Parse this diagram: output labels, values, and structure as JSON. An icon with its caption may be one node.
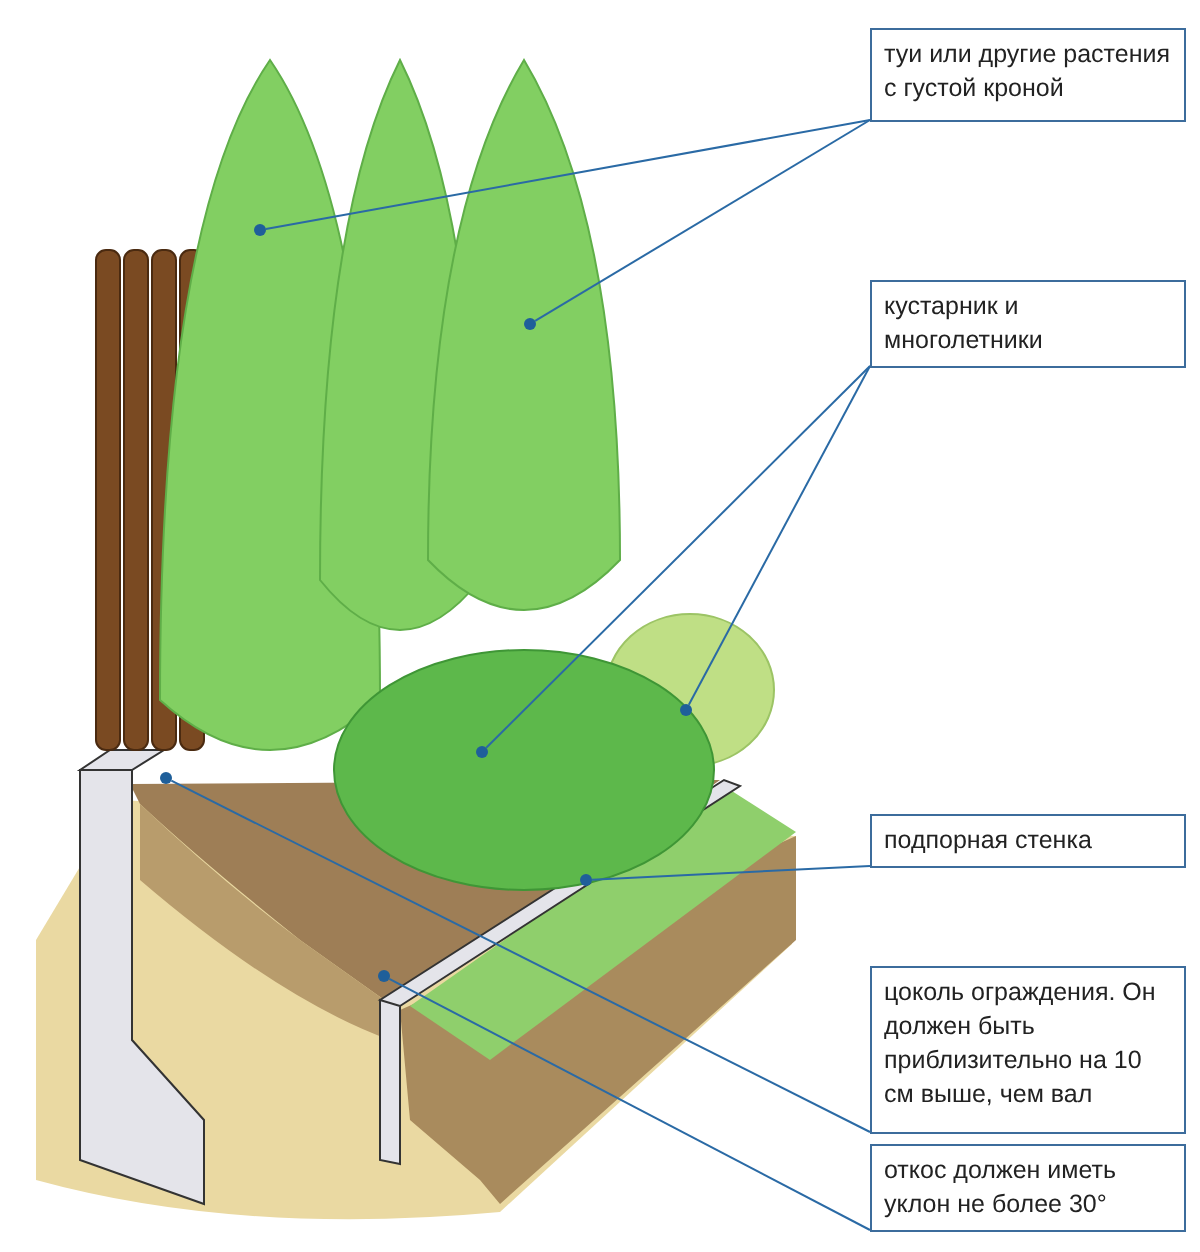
{
  "diagram": {
    "nodes": [
      {
        "text": [
          "туи или другие растения с густой кроной"
        ]
      },
      {
        "text": [],
        "shape": "circle"
      },
      {
        "text": [],
        "shape": "circle"
      },
      {
        "text": [
          "кустарник и многолетники"
        ]
      },
      {
        "text": [],
        "shape": "circle"
      },
      {
        "text": [],
        "shape": "circle"
      },
      {
        "text": [
          "подпорная стенка"
        ]
      },
      {
        "text": [],
        "shape": "circle"
      },
      {
        "text": [
          "цоколь ограждения. Он должен быть приблизительно на 10 см выше, чем вал"
        ]
      },
      {
        "text": [],
        "shape": "circle"
      },
      {
        "text": [
          "откос должен иметь уклон не более 30°"
        ]
      },
      {
        "text": [],
        "shape": "circle"
      }
    ],
    "edges": [
      {
        "from": 0,
        "to": 1,
        "arrow": "none"
      },
      {
        "from": 0,
        "to": 2,
        "arrow": "none"
      },
      {
        "from": 3,
        "to": 4,
        "arrow": "none"
      },
      {
        "from": 3,
        "to": 5,
        "arrow": "none"
      },
      {
        "from": 6,
        "to": 7,
        "arrow": "none"
      },
      {
        "from": 8,
        "to": 9,
        "arrow": "none"
      },
      {
        "from": 10,
        "to": 11,
        "arrow": "none"
      }
    ]
  }
}
